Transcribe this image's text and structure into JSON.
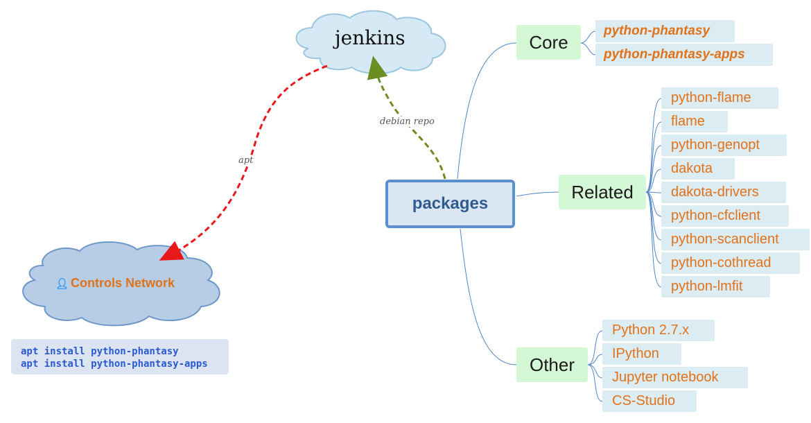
{
  "jenkins": {
    "label": "jenkins"
  },
  "controls_network": {
    "label": "Controls Network"
  },
  "edges": {
    "apt": "apt",
    "debian_repo": "debian repo"
  },
  "center": {
    "label": "packages"
  },
  "branches": {
    "core": {
      "label": "Core",
      "items": [
        "python-phantasy",
        "python-phantasy-apps"
      ]
    },
    "related": {
      "label": "Related",
      "items": [
        "python-flame",
        "flame",
        "python-genopt",
        "dakota",
        "dakota-drivers",
        "python-cfclient",
        "python-scanclient",
        "python-cothread",
        "python-lmfit"
      ]
    },
    "other": {
      "label": "Other",
      "items": [
        "Python 2.7.x",
        "IPython",
        "Jupyter notebook",
        "CS-Studio"
      ]
    }
  },
  "commands": [
    "apt install python-phantasy",
    "apt install python-phantasy-apps"
  ],
  "colors": {
    "leaf_text": "#e0721a",
    "leaf_bg": "#dcecf3",
    "branch_bg": "#d4f7d6",
    "center_border": "#5b8fcf",
    "apt_arrow": "#e8181b",
    "debian_arrow": "#6b8e23",
    "connector": "#4f86c6"
  }
}
